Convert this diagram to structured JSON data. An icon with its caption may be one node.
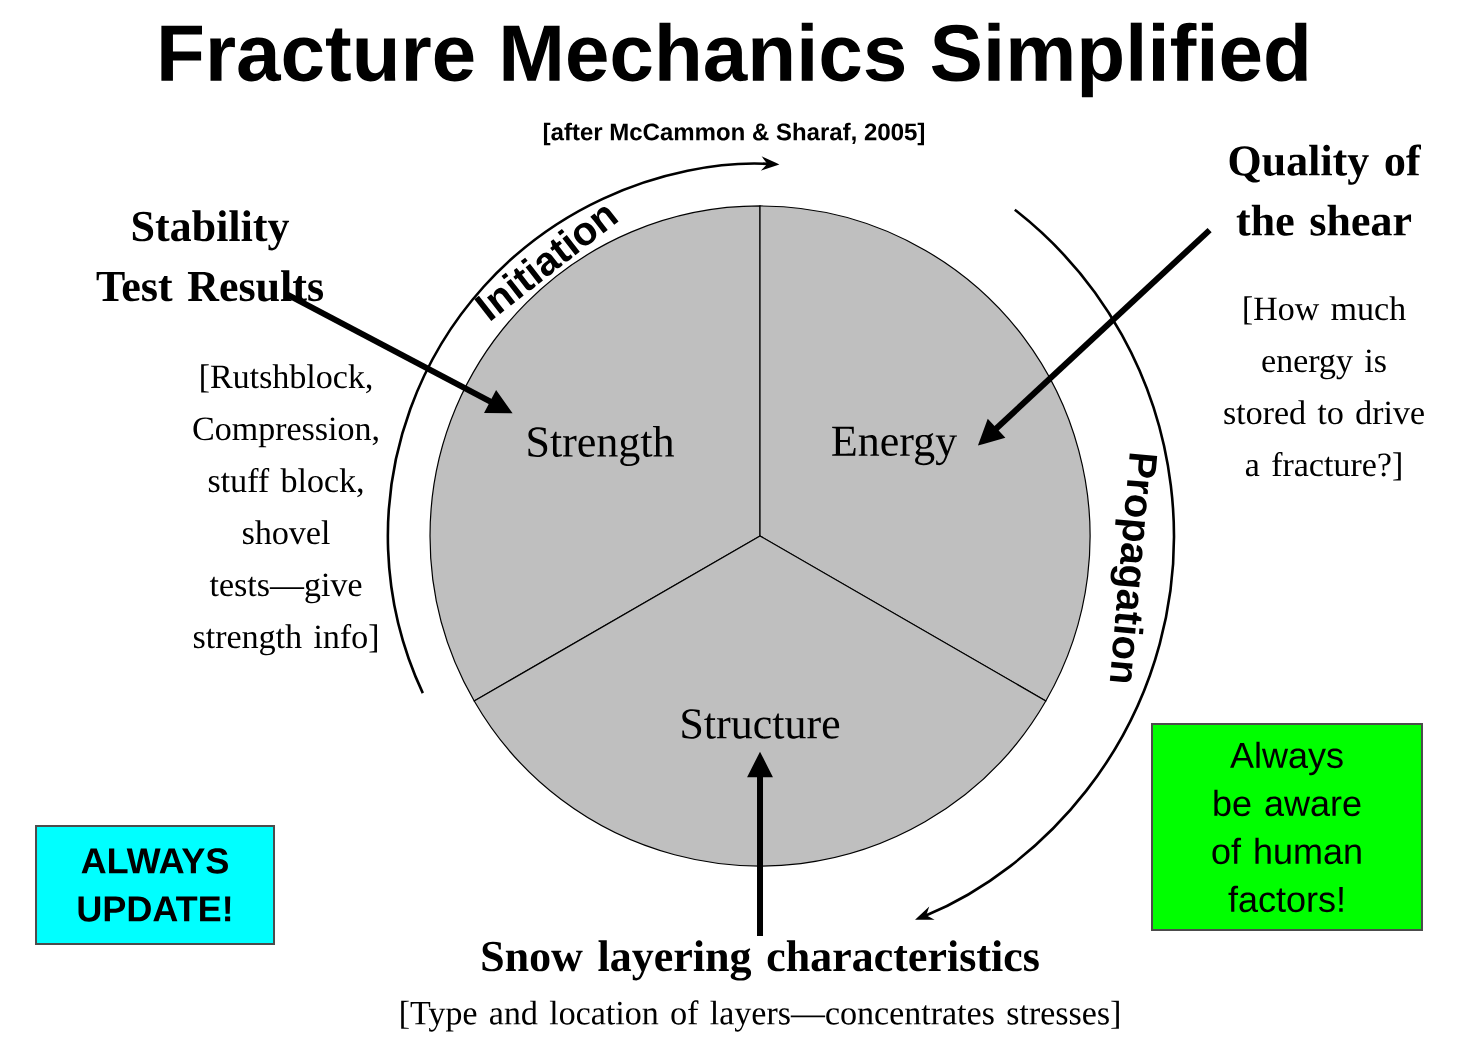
{
  "diagram": {
    "title": "Fracture Mechanics Simplified",
    "nodes": [
      {
        "text": [
          "Strength"
        ]
      },
      {
        "text": [
          "Energy"
        ]
      },
      {
        "text": [
          "Structure"
        ]
      },
      {
        "text": [
          "Stability Test Results",
          "[Rutshblock, Compression, stuff block, shovel tests—give strength info]"
        ]
      },
      {
        "text": [
          "Quality of the shear",
          "[How much energy is stored to drive a fracture?]"
        ]
      },
      {
        "text": [
          "Snow layering characteristics",
          "[Type and location of layers—concentrates stresses]"
        ]
      },
      {
        "text": [
          "ALWAYS UPDATE!"
        ]
      },
      {
        "text": [
          "Always be aware of human factors!"
        ]
      }
    ],
    "edges": [
      {
        "from": 3,
        "to": 0,
        "arrow": "to"
      },
      {
        "from": 4,
        "to": 1,
        "arrow": "to"
      },
      {
        "from": 5,
        "to": 2,
        "arrow": "to"
      }
    ],
    "labels": [
      "[after McCammon & Sharaf, 2005]",
      "Initiation",
      "Propagation"
    ]
  }
}
